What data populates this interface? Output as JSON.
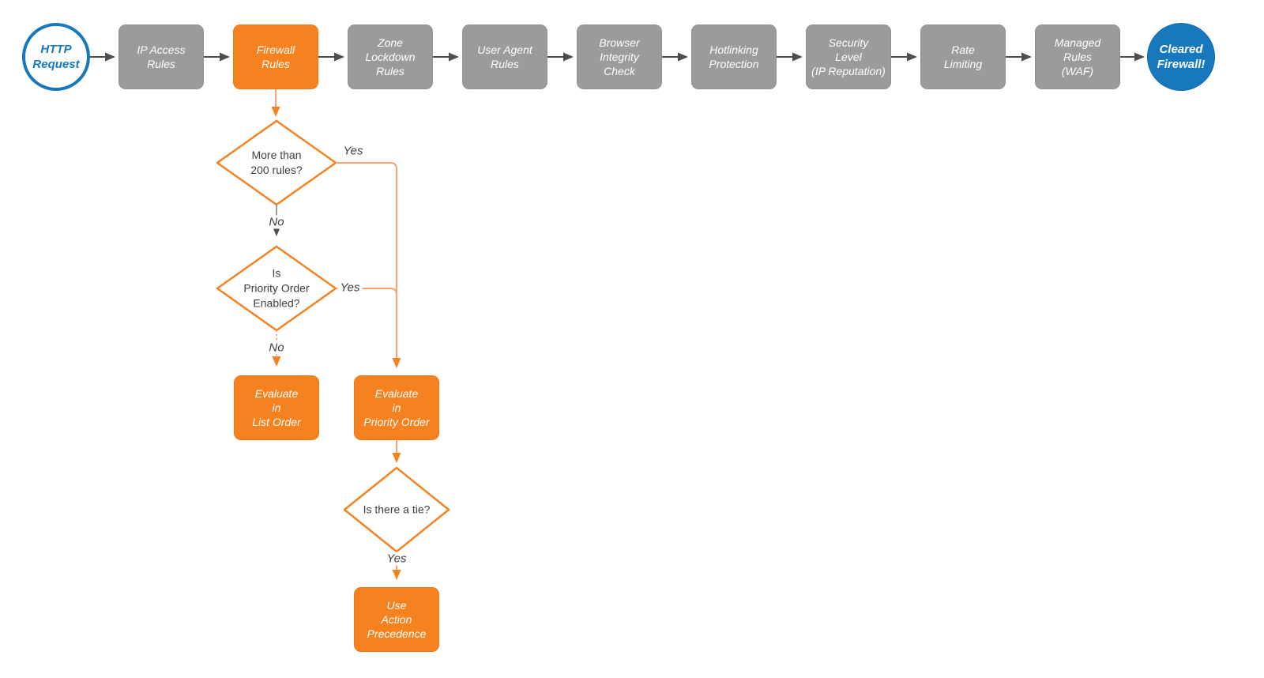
{
  "pipeline": {
    "start": {
      "label": "HTTP\nRequest"
    },
    "stages": [
      {
        "label": "IP Access\nRules",
        "highlight": false
      },
      {
        "label": "Firewall\nRules",
        "highlight": true
      },
      {
        "label": "Zone\nLockdown\nRules",
        "highlight": false
      },
      {
        "label": "User Agent\nRules",
        "highlight": false
      },
      {
        "label": "Browser\nIntegrity\nCheck",
        "highlight": false
      },
      {
        "label": "Hotlinking\nProtection",
        "highlight": false
      },
      {
        "label": "Security\nLevel\n(IP Reputation)",
        "highlight": false
      },
      {
        "label": "Rate\nLimiting",
        "highlight": false
      },
      {
        "label": "Managed\nRules\n(WAF)",
        "highlight": false
      }
    ],
    "end": {
      "label": "Cleared\nFirewall!"
    }
  },
  "decision_flow": {
    "d1": {
      "question": "More than\n200 rules?",
      "yes": "Yes",
      "no": "No"
    },
    "d2": {
      "question": "Is\nPriority Order\nEnabled?",
      "yes": "Yes",
      "no": "No"
    },
    "d3": {
      "question": "Is there a tie?",
      "yes": "Yes"
    },
    "list_order_box": "Evaluate\nin\nList Order",
    "priority_order_box": "Evaluate\nin\nPriority Order",
    "action_box": "Use\nAction\nPrecedence"
  },
  "colors": {
    "orange": "#F6821F",
    "orange_light_line": "#F9A26E",
    "blue": "#1778BE",
    "gray_node": "#9B9B9B",
    "dark_arrow": "#4D4D4D",
    "text_dark": "#3F3F3F",
    "text_light": "#FFFFFF"
  }
}
